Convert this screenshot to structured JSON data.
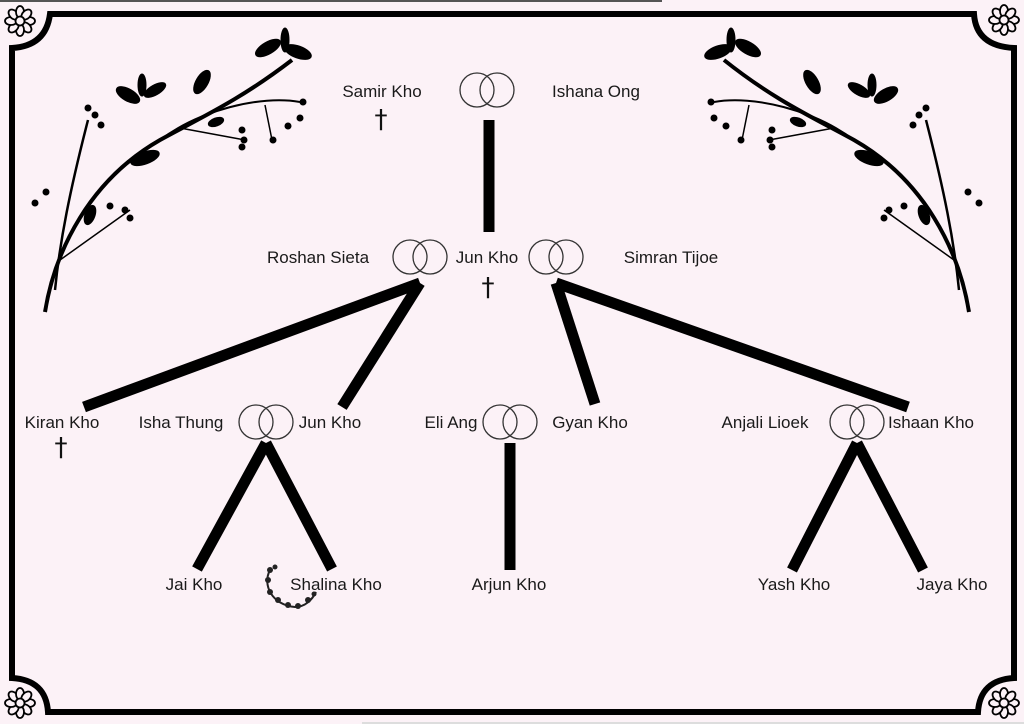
{
  "title": "Kho Family Tree",
  "colors": {
    "background": "#fcf2f7",
    "ink": "#000000",
    "text": "#1a1a1a"
  },
  "icons": {
    "marriage": "interlocking-rings-icon",
    "deceased": "cross-icon",
    "corner": "flower-icon",
    "branch": "floral-branch-icon",
    "wreath": "floral-wreath-icon"
  },
  "symbols": {
    "deceased": "†"
  },
  "generations": [
    {
      "level": 1,
      "couples": [
        {
          "partner_a": "Samir Kho",
          "partner_a_deceased": true,
          "partner_b": "Ishana Ong",
          "partner_b_deceased": false
        }
      ]
    },
    {
      "level": 2,
      "center_person": {
        "name": "Jun Kho",
        "deceased": true
      },
      "spouses": [
        {
          "name": "Roshan Sieta",
          "side": "left"
        },
        {
          "name": "Simran Tijoe",
          "side": "right"
        }
      ]
    },
    {
      "level": 3,
      "people": [
        {
          "name": "Kiran Kho",
          "deceased": true,
          "parent": "Roshan Sieta"
        },
        {
          "name": "Isha Thung",
          "spouse_of": "Jun Kho"
        },
        {
          "name": "Jun Kho",
          "parent": "Roshan Sieta"
        },
        {
          "name": "Eli Ang",
          "spouse_of": "Gyan Kho"
        },
        {
          "name": "Gyan Kho",
          "parent": "Simran Tijoe"
        },
        {
          "name": "Anjali Lioek",
          "spouse_of": "Ishaan Kho"
        },
        {
          "name": "Ishaan Kho",
          "parent": "Simran Tijoe"
        }
      ]
    },
    {
      "level": 4,
      "people": [
        {
          "name": "Jai Kho",
          "parents": "Isha Thung & Jun Kho"
        },
        {
          "name": "Shalina Kho",
          "parents": "Isha Thung & Jun Kho",
          "decorated": true
        },
        {
          "name": "Arjun Kho",
          "parents": "Eli Ang & Gyan Kho"
        },
        {
          "name": "Yash Kho",
          "parents": "Anjali Lioek & Ishaan Kho"
        },
        {
          "name": "Jaya Kho",
          "parents": "Anjali Lioek & Ishaan Kho"
        }
      ]
    }
  ]
}
